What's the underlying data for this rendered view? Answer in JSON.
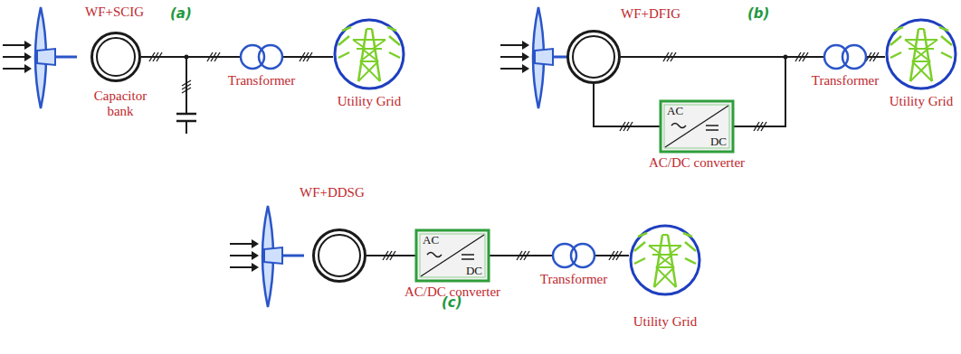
{
  "diagram": {
    "nodes": [
      {
        "text": [
          "WF+SCIG"
        ]
      },
      {
        "text": [
          "Transformer"
        ]
      },
      {
        "text": [
          "Utility Grid"
        ]
      },
      {
        "text": [
          "WF+DFIG"
        ]
      },
      {
        "text": [
          "AC",
          "DC",
          "AC/DC converter"
        ]
      },
      {
        "text": [
          "Transformer"
        ]
      },
      {
        "text": [
          "Utility Grid"
        ]
      },
      {
        "text": [
          "WF+DDSG"
        ]
      },
      {
        "text": [
          "AC",
          "DC",
          "AC/DC converter"
        ]
      },
      {
        "text": [
          "Transformer"
        ]
      },
      {
        "text": [
          "Utility Grid"
        ]
      }
    ],
    "edges": [
      {
        "from": 0,
        "to": 1,
        "arrow": "none"
      },
      {
        "from": 1,
        "to": 2,
        "arrow": "none"
      },
      {
        "from": 3,
        "to": 5,
        "arrow": "none"
      },
      {
        "from": 3,
        "to": 4,
        "arrow": "none"
      },
      {
        "from": 4,
        "to": 5,
        "arrow": "none"
      },
      {
        "from": 5,
        "to": 6,
        "arrow": "none"
      },
      {
        "from": 7,
        "to": 8,
        "arrow": "none"
      },
      {
        "from": 8,
        "to": 9,
        "arrow": "none"
      },
      {
        "from": 9,
        "to": 10,
        "arrow": "none"
      }
    ],
    "labels": [
      "(a)",
      "Capacitor bank",
      "(b)",
      "(c)"
    ]
  }
}
